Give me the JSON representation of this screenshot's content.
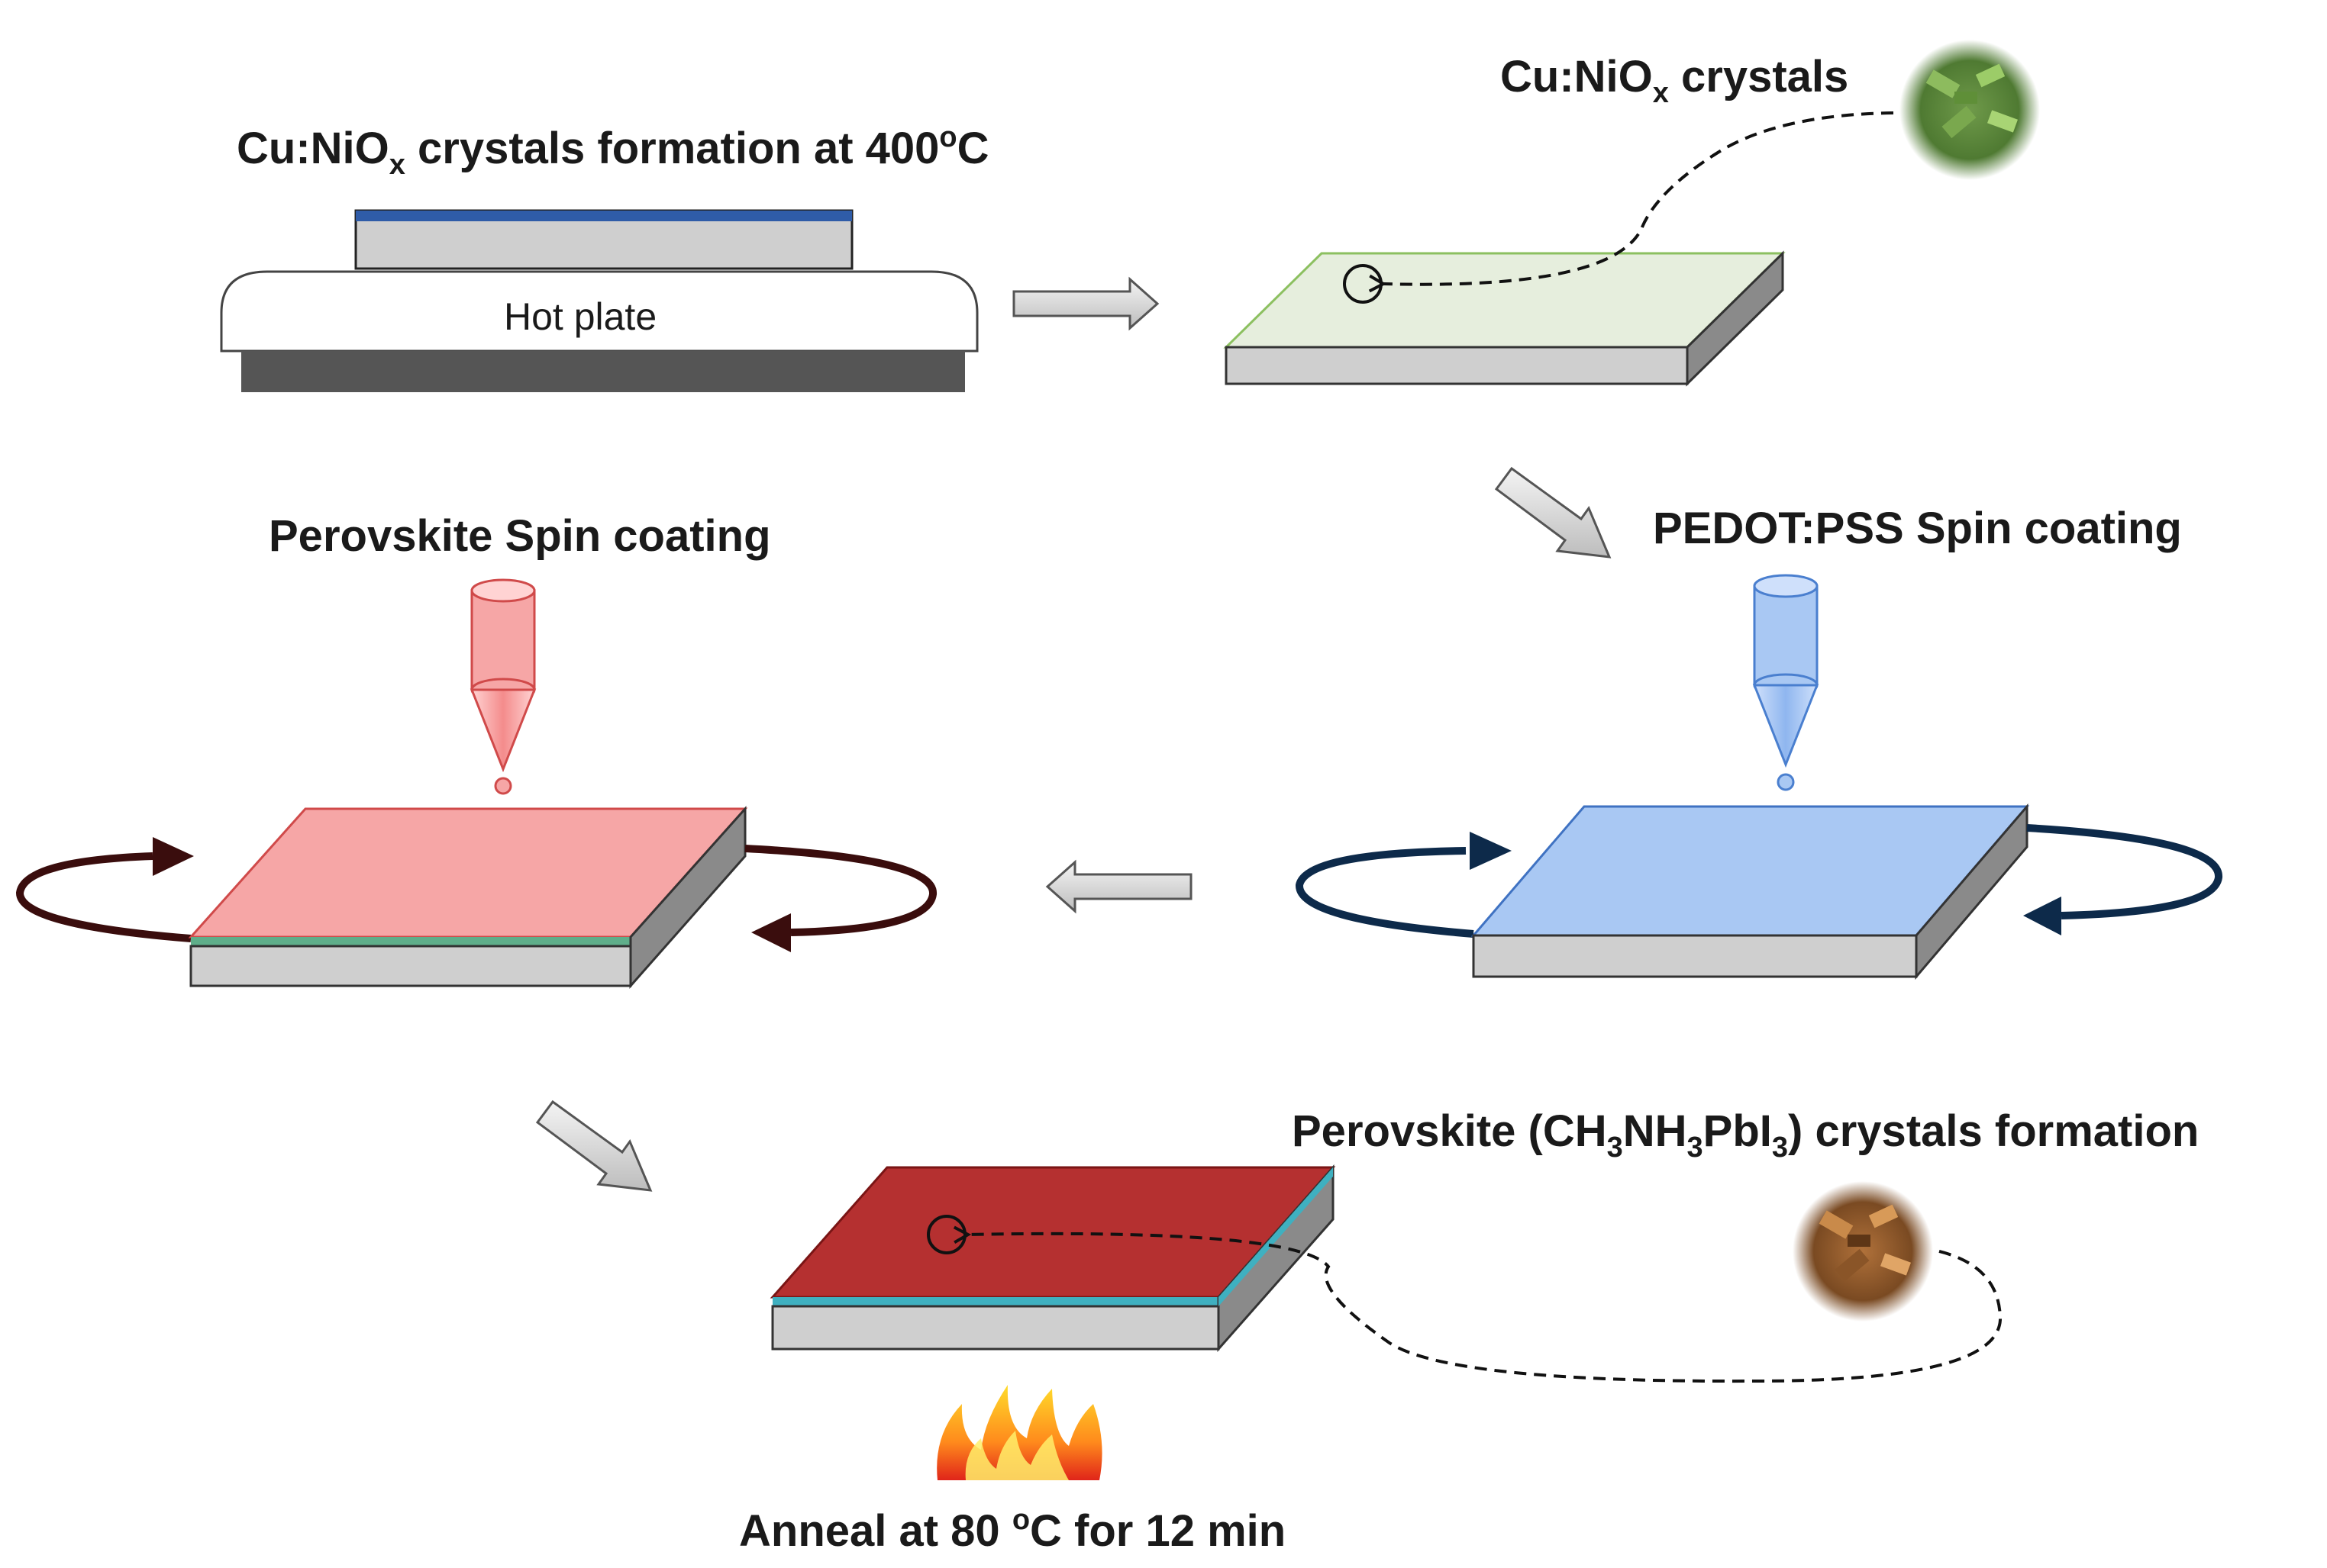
{
  "labels": {
    "step1_title": {
      "prefix": "Cu:NiO",
      "sub": "x",
      "mid": " crystals formation at 400",
      "sup": "o",
      "suffix": "C"
    },
    "hot_plate": "Hot plate",
    "crystals_cunio": {
      "prefix": "Cu:NiO",
      "sub": "x",
      "suffix": " crystals"
    },
    "pedot": "PEDOT:PSS Spin coating",
    "perovskite_spin": "Perovskite Spin coating",
    "perovskite_crystals": {
      "p1": "Perovskite (CH",
      "s1": "3",
      "p2": "NH",
      "s2": "3",
      "p3": "PbI",
      "s3": "3",
      "p4": ") crystals formation"
    },
    "anneal": {
      "prefix": "Anneal at 80 ",
      "sup": "o",
      "suffix": "C for 12 min"
    }
  },
  "colors": {
    "substrate_gray": "#c8c8c8",
    "cunio_green": "#e6eedd",
    "pedot_blue": "#a9c8f3",
    "perovskite_pink": "#f6a6a6",
    "perovskite_red": "#b53030",
    "hotplate_dark": "#555555"
  }
}
